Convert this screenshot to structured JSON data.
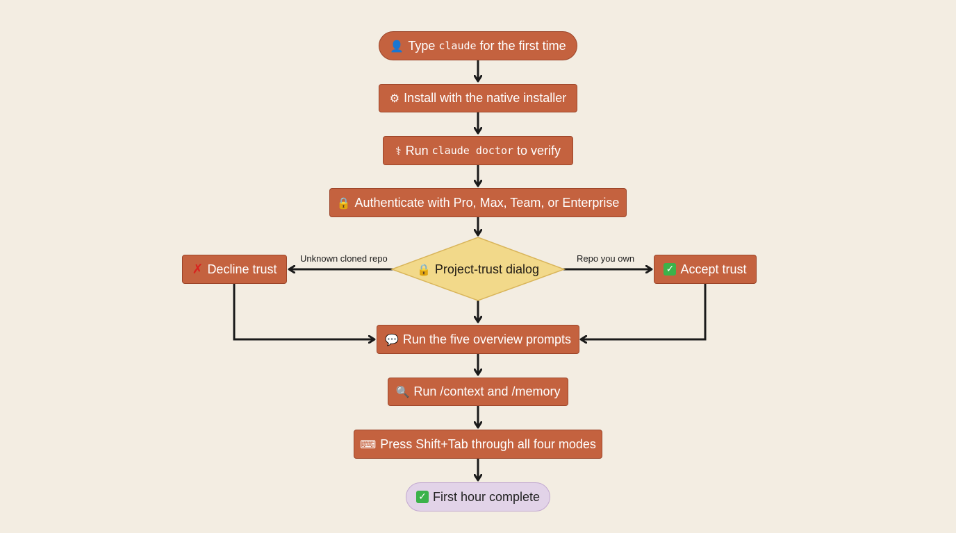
{
  "nodes": {
    "start": {
      "icon": "person-icon",
      "prefix": "Type",
      "code": "claude",
      "suffix": "for the first time"
    },
    "install": {
      "icon": "gear-icon",
      "label": "Install with the native installer"
    },
    "doctor": {
      "icon": "stethoscope-icon",
      "prefix": "Run",
      "code": "claude doctor",
      "suffix": "to verify"
    },
    "auth": {
      "icon": "lock-icon",
      "label": "Authenticate with Pro, Max, Team, or Enterprise"
    },
    "trust_dialog": {
      "icon": "lock-icon",
      "label": "Project-trust dialog"
    },
    "decline": {
      "icon": "red-x-icon",
      "label": "Decline trust"
    },
    "accept": {
      "icon": "check-icon",
      "label": "Accept trust"
    },
    "overview": {
      "icon": "speech-bubble-icon",
      "label": "Run the five overview prompts"
    },
    "context": {
      "icon": "magnifier-icon",
      "label": "Run /context and /memory"
    },
    "modes": {
      "icon": "keyboard-icon",
      "label": "Press Shift+Tab through all four modes"
    },
    "complete": {
      "icon": "check-icon",
      "label": "First hour complete"
    }
  },
  "edge_labels": {
    "unknown_repo": "Unknown cloned repo",
    "own_repo": "Repo you own"
  },
  "colors": {
    "background": "#f3ede2",
    "step_fill": "#c4623f",
    "step_border": "#9c4529",
    "decision_fill": "#f2d98a",
    "decision_border": "#d9b55a",
    "end_fill": "#e2d3e8",
    "arrow": "#1a1a1a"
  }
}
